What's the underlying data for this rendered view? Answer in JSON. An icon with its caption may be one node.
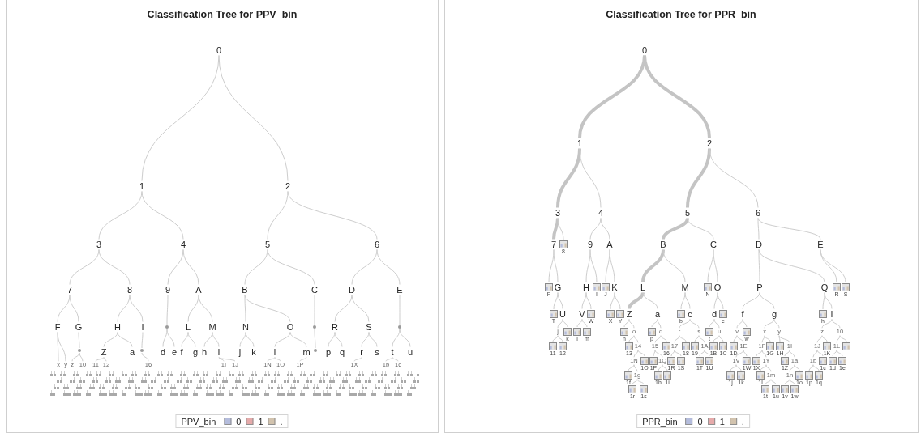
{
  "diagram": {
    "nodes": [
      {
        "text": [
          "0"
        ]
      },
      {
        "text": [
          "1"
        ]
      },
      {
        "text": [
          "2"
        ]
      },
      {
        "text": [
          "3"
        ]
      },
      {
        "text": [
          "4"
        ]
      },
      {
        "text": [
          "5"
        ]
      },
      {
        "text": [
          "6"
        ]
      },
      {
        "text": [
          "7"
        ]
      },
      {
        "text": [
          "8"
        ]
      },
      {
        "text": [
          "9"
        ]
      },
      {
        "text": [
          "A"
        ]
      },
      {
        "text": [
          "B"
        ]
      },
      {
        "text": [
          "C"
        ]
      },
      {
        "text": [
          "D"
        ]
      },
      {
        "text": [
          "E"
        ]
      },
      {
        "text": [
          "F"
        ]
      },
      {
        "text": [
          "G"
        ]
      },
      {
        "text": [
          "H"
        ]
      },
      {
        "text": [
          "I"
        ]
      },
      {
        "text": [],
        "shape": "circle"
      },
      {
        "text": [
          "L"
        ]
      },
      {
        "text": [
          "M"
        ]
      },
      {
        "text": [
          "N"
        ]
      },
      {
        "text": [
          "O"
        ]
      },
      {
        "text": [],
        "shape": "circle"
      },
      {
        "text": [
          "R"
        ]
      },
      {
        "text": [
          "S"
        ]
      },
      {
        "text": [],
        "shape": "circle"
      },
      {
        "text": [],
        "shape": "circle"
      },
      {
        "text": [
          "Z"
        ]
      },
      {
        "text": [
          "a"
        ]
      },
      {
        "text": [],
        "shape": "circle"
      },
      {
        "text": [
          "d"
        ]
      },
      {
        "text": [
          "e"
        ]
      },
      {
        "text": [
          "f"
        ]
      },
      {
        "text": [
          "g"
        ]
      },
      {
        "text": [
          "h"
        ]
      },
      {
        "text": [
          "i"
        ]
      },
      {
        "text": [
          "j"
        ]
      },
      {
        "text": [
          "k"
        ]
      },
      {
        "text": [
          "l"
        ]
      },
      {
        "text": [
          "m"
        ]
      },
      {
        "text": [],
        "shape": "circle"
      },
      {
        "text": [
          "p"
        ]
      },
      {
        "text": [
          "q"
        ]
      },
      {
        "text": [
          "r"
        ]
      },
      {
        "text": [
          "s"
        ]
      },
      {
        "text": [
          "t"
        ]
      },
      {
        "text": [
          "u"
        ]
      },
      {
        "text": [
          "x"
        ]
      },
      {
        "text": [
          "y"
        ]
      },
      {
        "text": [
          "z"
        ]
      },
      {
        "text": [
          "10"
        ]
      },
      {
        "text": [
          "11"
        ]
      },
      {
        "text": [
          "12"
        ]
      },
      {
        "text": [
          "16"
        ]
      },
      {
        "text": [
          "1I"
        ]
      },
      {
        "text": [
          "1J"
        ]
      },
      {
        "text": [
          "1N"
        ]
      },
      {
        "text": [
          "1O"
        ]
      },
      {
        "text": [
          "1P"
        ]
      },
      {
        "text": [
          "1X"
        ]
      },
      {
        "text": [
          "1b"
        ]
      },
      {
        "text": [
          "1c"
        ]
      },
      {
        "text": [
          "0"
        ]
      },
      {
        "text": [
          "1"
        ]
      },
      {
        "text": [
          "2"
        ]
      },
      {
        "text": [
          "3"
        ]
      },
      {
        "text": [
          "4"
        ]
      },
      {
        "text": [
          "5"
        ]
      },
      {
        "text": [
          "6"
        ]
      },
      {
        "text": [
          "7"
        ]
      },
      {
        "text": [],
        "shape": "box",
        "beside": [
          "8"
        ]
      },
      {
        "text": [
          "9"
        ]
      },
      {
        "text": [
          "A"
        ]
      },
      {
        "text": [
          "B"
        ]
      },
      {
        "text": [
          "C"
        ]
      },
      {
        "text": [
          "D"
        ]
      },
      {
        "text": [
          "E"
        ]
      },
      {
        "text": [],
        "shape": "box",
        "beside": [
          "F"
        ]
      },
      {
        "text": [
          "G"
        ]
      },
      {
        "text": [
          "H"
        ]
      },
      {
        "text": [],
        "shape": "box",
        "beside": [
          "I"
        ]
      },
      {
        "text": [],
        "shape": "box",
        "beside": [
          "J"
        ]
      },
      {
        "text": [
          "K"
        ]
      },
      {
        "text": [
          "L"
        ]
      },
      {
        "text": [
          "M"
        ]
      },
      {
        "text": [],
        "shape": "box",
        "beside": [
          "N"
        ]
      },
      {
        "text": [
          "O"
        ]
      },
      {
        "text": [
          "P"
        ]
      },
      {
        "text": [
          "Q"
        ]
      },
      {
        "text": [],
        "shape": "box",
        "beside": [
          "R"
        ]
      },
      {
        "text": [],
        "shape": "box",
        "beside": [
          "S"
        ]
      },
      {
        "text": [],
        "shape": "box",
        "beside": [
          "T"
        ]
      },
      {
        "text": [
          "U"
        ]
      },
      {
        "text": [
          "V"
        ]
      },
      {
        "text": [],
        "shape": "box",
        "beside": [
          "W"
        ]
      },
      {
        "text": [],
        "shape": "box",
        "beside": [
          "X"
        ]
      },
      {
        "text": [],
        "shape": "box",
        "beside": [
          "Y"
        ]
      },
      {
        "text": [
          "Z"
        ]
      },
      {
        "text": [
          "a"
        ]
      },
      {
        "text": [],
        "shape": "box",
        "beside": [
          "b"
        ]
      },
      {
        "text": [
          "c"
        ]
      },
      {
        "text": [
          "d"
        ]
      },
      {
        "text": [],
        "shape": "box",
        "beside": [
          "e"
        ]
      },
      {
        "text": [
          "f"
        ]
      },
      {
        "text": [
          "g"
        ]
      },
      {
        "text": [],
        "shape": "box",
        "beside": [
          "h"
        ]
      },
      {
        "text": [
          "i"
        ]
      },
      {
        "text": [
          "j"
        ]
      },
      {
        "text": [],
        "shape": "box",
        "beside": [
          "k"
        ]
      },
      {
        "text": [],
        "shape": "box",
        "beside": [
          "l"
        ]
      },
      {
        "text": [],
        "shape": "box",
        "beside": [
          "m"
        ]
      },
      {
        "text": [],
        "shape": "box",
        "beside": [
          "n"
        ]
      },
      {
        "text": [
          "o"
        ]
      },
      {
        "text": [],
        "shape": "box",
        "beside": [
          "p"
        ]
      },
      {
        "text": [
          "q"
        ]
      },
      {
        "text": [
          "r"
        ]
      },
      {
        "text": [
          "s"
        ]
      },
      {
        "text": [],
        "shape": "box",
        "beside": [
          "t"
        ]
      },
      {
        "text": [
          "u"
        ]
      },
      {
        "text": [
          "v"
        ]
      },
      {
        "text": [],
        "shape": "box",
        "beside": [
          "w"
        ]
      },
      {
        "text": [
          "x"
        ]
      },
      {
        "text": [
          "y"
        ]
      },
      {
        "text": [
          "z"
        ]
      },
      {
        "text": [
          "10"
        ]
      },
      {
        "text": [],
        "shape": "box",
        "beside": [
          "11"
        ]
      },
      {
        "text": [],
        "shape": "box",
        "beside": [
          "12"
        ]
      },
      {
        "text": [],
        "shape": "box",
        "beside": [
          "13"
        ]
      },
      {
        "text": [
          "14"
        ]
      },
      {
        "text": [
          "15"
        ]
      },
      {
        "text": [],
        "shape": "box",
        "beside": [
          "16"
        ]
      },
      {
        "text": [
          "17"
        ]
      },
      {
        "text": [],
        "shape": "box",
        "beside": [
          "18"
        ]
      },
      {
        "text": [],
        "shape": "box",
        "beside": [
          "19"
        ]
      },
      {
        "text": [
          "1A"
        ]
      },
      {
        "text": [],
        "shape": "box",
        "beside": [
          "1B"
        ]
      },
      {
        "text": [],
        "shape": "box",
        "beside": [
          "1C"
        ]
      },
      {
        "text": [],
        "shape": "box",
        "beside": [
          "1D"
        ]
      },
      {
        "text": [
          "1E"
        ]
      },
      {
        "text": [
          "1F"
        ]
      },
      {
        "text": [],
        "shape": "box",
        "beside": [
          "1G"
        ]
      },
      {
        "text": [],
        "shape": "box",
        "beside": [
          "1H"
        ]
      },
      {
        "text": [
          "1I"
        ]
      },
      {
        "text": [
          "1J"
        ]
      },
      {
        "text": [],
        "shape": "box",
        "beside": [
          "1K"
        ]
      },
      {
        "text": [
          "1L"
        ]
      },
      {
        "text": [],
        "shape": "box"
      },
      {
        "text": [
          "1N"
        ]
      },
      {
        "text": [],
        "shape": "box",
        "beside": [
          "1O"
        ]
      },
      {
        "text": [],
        "shape": "box",
        "beside": [
          "1P"
        ]
      },
      {
        "text": [
          "1Q"
        ]
      },
      {
        "text": [],
        "shape": "box",
        "beside": [
          "1R"
        ]
      },
      {
        "text": [],
        "shape": "box",
        "beside": [
          "1S"
        ]
      },
      {
        "text": [],
        "shape": "box",
        "beside": [
          "1T"
        ]
      },
      {
        "text": [],
        "shape": "box",
        "beside": [
          "1U"
        ]
      },
      {
        "text": [
          "1V"
        ]
      },
      {
        "text": [],
        "shape": "box",
        "beside": [
          "1W"
        ]
      },
      {
        "text": [],
        "shape": "box",
        "beside": [
          "1X"
        ]
      },
      {
        "text": [
          "1Y"
        ]
      },
      {
        "text": [],
        "shape": "box",
        "beside": [
          "1Z"
        ]
      },
      {
        "text": [
          "1a"
        ]
      },
      {
        "text": [
          "1b"
        ]
      },
      {
        "text": [],
        "shape": "box",
        "beside": [
          "1c"
        ]
      },
      {
        "text": [],
        "shape": "box",
        "beside": [
          "1d"
        ]
      },
      {
        "text": [],
        "shape": "box",
        "beside": [
          "1e"
        ]
      },
      {
        "text": [],
        "shape": "box",
        "beside": [
          "1f"
        ]
      },
      {
        "text": [
          "1g"
        ]
      },
      {
        "text": [],
        "shape": "box",
        "beside": [
          "1h"
        ]
      },
      {
        "text": [],
        "shape": "box",
        "beside": [
          "1i"
        ]
      },
      {
        "text": [],
        "shape": "box",
        "beside": [
          "1j"
        ]
      },
      {
        "text": [],
        "shape": "box",
        "beside": [
          "1k"
        ]
      },
      {
        "text": [],
        "shape": "box",
        "beside": [
          "1l"
        ]
      },
      {
        "text": [
          "1m"
        ]
      },
      {
        "text": [
          "1n"
        ]
      },
      {
        "text": [],
        "shape": "box",
        "beside": [
          "1o"
        ]
      },
      {
        "text": [],
        "shape": "box",
        "beside": [
          "1p"
        ]
      },
      {
        "text": [],
        "shape": "box",
        "beside": [
          "1q"
        ]
      },
      {
        "text": [],
        "shape": "box",
        "beside": [
          "1r"
        ]
      },
      {
        "text": [],
        "shape": "box",
        "beside": [
          "1s"
        ]
      },
      {
        "text": [],
        "shape": "box",
        "beside": [
          "1t"
        ]
      },
      {
        "text": [],
        "shape": "box",
        "beside": [
          "1u"
        ]
      },
      {
        "text": [],
        "shape": "box",
        "beside": [
          "1v"
        ]
      },
      {
        "text": [],
        "shape": "box",
        "beside": [
          "1w"
        ]
      }
    ],
    "edges": [
      {
        "from": 0,
        "to": 1,
        "arrow": "none"
      },
      {
        "from": 0,
        "to": 2,
        "arrow": "none"
      },
      {
        "from": 1,
        "to": 3,
        "arrow": "none"
      },
      {
        "from": 1,
        "to": 4,
        "arrow": "none"
      },
      {
        "from": 2,
        "to": 5,
        "arrow": "none"
      },
      {
        "from": 2,
        "to": 6,
        "arrow": "none"
      },
      {
        "from": 3,
        "to": 7,
        "arrow": "none"
      },
      {
        "from": 3,
        "to": 8,
        "arrow": "none"
      },
      {
        "from": 4,
        "to": 9,
        "arrow": "none"
      },
      {
        "from": 4,
        "to": 10,
        "arrow": "none"
      },
      {
        "from": 5,
        "to": 11,
        "arrow": "none"
      },
      {
        "from": 5,
        "to": 12,
        "arrow": "none"
      },
      {
        "from": 6,
        "to": 13,
        "arrow": "none"
      },
      {
        "from": 6,
        "to": 14,
        "arrow": "none"
      },
      {
        "from": 7,
        "to": 15,
        "arrow": "none"
      },
      {
        "from": 7,
        "to": 16,
        "arrow": "none"
      },
      {
        "from": 8,
        "to": 17,
        "arrow": "none"
      },
      {
        "from": 8,
        "to": 18,
        "arrow": "none"
      },
      {
        "from": 9,
        "to": 19,
        "arrow": "none"
      },
      {
        "from": 10,
        "to": 20,
        "arrow": "none"
      },
      {
        "from": 10,
        "to": 21,
        "arrow": "none"
      },
      {
        "from": 11,
        "to": 22,
        "arrow": "none"
      },
      {
        "from": 11,
        "to": 23,
        "arrow": "none"
      },
      {
        "from": 12,
        "to": 24,
        "arrow": "none"
      },
      {
        "from": 13,
        "to": 25,
        "arrow": "none"
      },
      {
        "from": 13,
        "to": 26,
        "arrow": "none"
      },
      {
        "from": 14,
        "to": 27,
        "arrow": "none"
      },
      {
        "from": 16,
        "to": 28,
        "arrow": "none"
      },
      {
        "from": 17,
        "to": 29,
        "arrow": "none"
      },
      {
        "from": 17,
        "to": 30,
        "arrow": "none"
      },
      {
        "from": 18,
        "to": 31,
        "arrow": "none"
      },
      {
        "from": 19,
        "to": 32,
        "arrow": "none"
      },
      {
        "from": 19,
        "to": 33,
        "arrow": "none"
      },
      {
        "from": 20,
        "to": 34,
        "arrow": "none"
      },
      {
        "from": 20,
        "to": 35,
        "arrow": "none"
      },
      {
        "from": 21,
        "to": 36,
        "arrow": "none"
      },
      {
        "from": 21,
        "to": 37,
        "arrow": "none"
      },
      {
        "from": 22,
        "to": 38,
        "arrow": "none"
      },
      {
        "from": 22,
        "to": 39,
        "arrow": "none"
      },
      {
        "from": 23,
        "to": 40,
        "arrow": "none"
      },
      {
        "from": 23,
        "to": 41,
        "arrow": "none"
      },
      {
        "from": 24,
        "to": 42,
        "arrow": "none"
      },
      {
        "from": 25,
        "to": 43,
        "arrow": "none"
      },
      {
        "from": 25,
        "to": 44,
        "arrow": "none"
      },
      {
        "from": 26,
        "to": 45,
        "arrow": "none"
      },
      {
        "from": 26,
        "to": 46,
        "arrow": "none"
      },
      {
        "from": 27,
        "to": 47,
        "arrow": "none"
      },
      {
        "from": 27,
        "to": 48,
        "arrow": "none"
      },
      {
        "from": 15,
        "to": 49,
        "arrow": "none"
      },
      {
        "from": 15,
        "to": 50,
        "arrow": "none"
      },
      {
        "from": 28,
        "to": 51,
        "arrow": "none"
      },
      {
        "from": 28,
        "to": 52,
        "arrow": "none"
      },
      {
        "from": 29,
        "to": 53,
        "arrow": "none"
      },
      {
        "from": 29,
        "to": 54,
        "arrow": "none"
      },
      {
        "from": 31,
        "to": 55,
        "arrow": "none"
      },
      {
        "from": 37,
        "to": 56,
        "arrow": "none"
      },
      {
        "from": 37,
        "to": 57,
        "arrow": "none"
      },
      {
        "from": 40,
        "to": 58,
        "arrow": "none"
      },
      {
        "from": 40,
        "to": 59,
        "arrow": "none"
      },
      {
        "from": 41,
        "to": 60,
        "arrow": "none"
      },
      {
        "from": 45,
        "to": 61,
        "arrow": "none"
      },
      {
        "from": 47,
        "to": 62,
        "arrow": "none"
      },
      {
        "from": 47,
        "to": 63,
        "arrow": "none"
      },
      {
        "from": 64,
        "to": 65,
        "arrow": "none",
        "style": "thick"
      },
      {
        "from": 64,
        "to": 66,
        "arrow": "none",
        "style": "thick"
      },
      {
        "from": 65,
        "to": 67,
        "arrow": "none",
        "style": "thick"
      },
      {
        "from": 65,
        "to": 68,
        "arrow": "none"
      },
      {
        "from": 66,
        "to": 69,
        "arrow": "none",
        "style": "thick"
      },
      {
        "from": 66,
        "to": 70,
        "arrow": "none"
      },
      {
        "from": 67,
        "to": 71,
        "arrow": "none",
        "style": "thick"
      },
      {
        "from": 67,
        "to": 72,
        "arrow": "none"
      },
      {
        "from": 68,
        "to": 73,
        "arrow": "none"
      },
      {
        "from": 68,
        "to": 74,
        "arrow": "none"
      },
      {
        "from": 69,
        "to": 75,
        "arrow": "none",
        "style": "thick"
      },
      {
        "from": 69,
        "to": 76,
        "arrow": "none"
      },
      {
        "from": 70,
        "to": 77,
        "arrow": "none"
      },
      {
        "from": 70,
        "to": 78,
        "arrow": "none"
      },
      {
        "from": 71,
        "to": 79,
        "arrow": "none"
      },
      {
        "from": 71,
        "to": 80,
        "arrow": "none"
      },
      {
        "from": 73,
        "to": 81,
        "arrow": "none"
      },
      {
        "from": 73,
        "to": 82,
        "arrow": "none"
      },
      {
        "from": 74,
        "to": 83,
        "arrow": "none"
      },
      {
        "from": 74,
        "to": 84,
        "arrow": "none"
      },
      {
        "from": 75,
        "to": 85,
        "arrow": "none",
        "style": "thick"
      },
      {
        "from": 75,
        "to": 86,
        "arrow": "none"
      },
      {
        "from": 76,
        "to": 87,
        "arrow": "none"
      },
      {
        "from": 76,
        "to": 88,
        "arrow": "none"
      },
      {
        "from": 77,
        "to": 89,
        "arrow": "none"
      },
      {
        "from": 77,
        "to": 90,
        "arrow": "none"
      },
      {
        "from": 78,
        "to": 91,
        "arrow": "none"
      },
      {
        "from": 78,
        "to": 92,
        "arrow": "none"
      },
      {
        "from": 80,
        "to": 93,
        "arrow": "none"
      },
      {
        "from": 80,
        "to": 94,
        "arrow": "none"
      },
      {
        "from": 81,
        "to": 95,
        "arrow": "none"
      },
      {
        "from": 81,
        "to": 96,
        "arrow": "none"
      },
      {
        "from": 84,
        "to": 97,
        "arrow": "none"
      },
      {
        "from": 84,
        "to": 98,
        "arrow": "none"
      },
      {
        "from": 85,
        "to": 99,
        "arrow": "none",
        "style": "thick"
      },
      {
        "from": 85,
        "to": 100,
        "arrow": "none"
      },
      {
        "from": 86,
        "to": 101,
        "arrow": "none"
      },
      {
        "from": 86,
        "to": 102,
        "arrow": "none"
      },
      {
        "from": 88,
        "to": 103,
        "arrow": "none"
      },
      {
        "from": 88,
        "to": 104,
        "arrow": "none"
      },
      {
        "from": 89,
        "to": 105,
        "arrow": "none"
      },
      {
        "from": 89,
        "to": 106,
        "arrow": "none"
      },
      {
        "from": 90,
        "to": 107,
        "arrow": "none"
      },
      {
        "from": 90,
        "to": 108,
        "arrow": "none"
      },
      {
        "from": 94,
        "to": 109,
        "arrow": "none"
      },
      {
        "from": 94,
        "to": 110,
        "arrow": "none"
      },
      {
        "from": 95,
        "to": 111,
        "arrow": "none"
      },
      {
        "from": 95,
        "to": 112,
        "arrow": "none"
      },
      {
        "from": 99,
        "to": 113,
        "arrow": "none"
      },
      {
        "from": 99,
        "to": 114,
        "arrow": "none"
      },
      {
        "from": 100,
        "to": 115,
        "arrow": "none"
      },
      {
        "from": 100,
        "to": 116,
        "arrow": "none"
      },
      {
        "from": 102,
        "to": 117,
        "arrow": "none"
      },
      {
        "from": 102,
        "to": 118,
        "arrow": "none"
      },
      {
        "from": 103,
        "to": 119,
        "arrow": "none"
      },
      {
        "from": 103,
        "to": 120,
        "arrow": "none"
      },
      {
        "from": 105,
        "to": 121,
        "arrow": "none"
      },
      {
        "from": 105,
        "to": 122,
        "arrow": "none"
      },
      {
        "from": 106,
        "to": 123,
        "arrow": "none"
      },
      {
        "from": 106,
        "to": 124,
        "arrow": "none"
      },
      {
        "from": 108,
        "to": 125,
        "arrow": "none"
      },
      {
        "from": 108,
        "to": 126,
        "arrow": "none"
      },
      {
        "from": 109,
        "to": 127,
        "arrow": "none"
      },
      {
        "from": 109,
        "to": 128,
        "arrow": "none"
      },
      {
        "from": 114,
        "to": 129,
        "arrow": "none"
      },
      {
        "from": 114,
        "to": 130,
        "arrow": "none"
      },
      {
        "from": 116,
        "to": 131,
        "arrow": "none"
      },
      {
        "from": 116,
        "to": 132,
        "arrow": "none"
      },
      {
        "from": 117,
        "to": 133,
        "arrow": "none"
      },
      {
        "from": 117,
        "to": 134,
        "arrow": "none"
      },
      {
        "from": 118,
        "to": 135,
        "arrow": "none"
      },
      {
        "from": 118,
        "to": 136,
        "arrow": "none"
      },
      {
        "from": 120,
        "to": 137,
        "arrow": "none"
      },
      {
        "from": 120,
        "to": 138,
        "arrow": "none"
      },
      {
        "from": 121,
        "to": 139,
        "arrow": "none"
      },
      {
        "from": 121,
        "to": 140,
        "arrow": "none"
      },
      {
        "from": 123,
        "to": 141,
        "arrow": "none"
      },
      {
        "from": 123,
        "to": 142,
        "arrow": "none"
      },
      {
        "from": 124,
        "to": 143,
        "arrow": "none"
      },
      {
        "from": 124,
        "to": 144,
        "arrow": "none"
      },
      {
        "from": 125,
        "to": 145,
        "arrow": "none"
      },
      {
        "from": 125,
        "to": 146,
        "arrow": "none"
      },
      {
        "from": 126,
        "to": 147,
        "arrow": "none"
      },
      {
        "from": 126,
        "to": 148,
        "arrow": "none"
      },
      {
        "from": 130,
        "to": 149,
        "arrow": "none"
      },
      {
        "from": 130,
        "to": 150,
        "arrow": "none"
      },
      {
        "from": 131,
        "to": 151,
        "arrow": "none"
      },
      {
        "from": 131,
        "to": 152,
        "arrow": "none"
      },
      {
        "from": 133,
        "to": 153,
        "arrow": "none"
      },
      {
        "from": 133,
        "to": 154,
        "arrow": "none"
      },
      {
        "from": 136,
        "to": 155,
        "arrow": "none"
      },
      {
        "from": 136,
        "to": 156,
        "arrow": "none"
      },
      {
        "from": 140,
        "to": 157,
        "arrow": "none"
      },
      {
        "from": 140,
        "to": 158,
        "arrow": "none"
      },
      {
        "from": 141,
        "to": 159,
        "arrow": "none"
      },
      {
        "from": 141,
        "to": 160,
        "arrow": "none"
      },
      {
        "from": 144,
        "to": 161,
        "arrow": "none"
      },
      {
        "from": 144,
        "to": 162,
        "arrow": "none"
      },
      {
        "from": 145,
        "to": 163,
        "arrow": "none"
      },
      {
        "from": 145,
        "to": 164,
        "arrow": "none"
      },
      {
        "from": 147,
        "to": 165,
        "arrow": "none"
      },
      {
        "from": 147,
        "to": 166,
        "arrow": "none"
      },
      {
        "from": 149,
        "to": 167,
        "arrow": "none"
      },
      {
        "from": 149,
        "to": 168,
        "arrow": "none"
      },
      {
        "from": 152,
        "to": 169,
        "arrow": "none"
      },
      {
        "from": 152,
        "to": 170,
        "arrow": "none"
      },
      {
        "from": 157,
        "to": 171,
        "arrow": "none"
      },
      {
        "from": 157,
        "to": 172,
        "arrow": "none"
      },
      {
        "from": 160,
        "to": 173,
        "arrow": "none"
      },
      {
        "from": 160,
        "to": 174,
        "arrow": "none"
      },
      {
        "from": 162,
        "to": 175,
        "arrow": "none"
      },
      {
        "from": 162,
        "to": 176,
        "arrow": "none"
      },
      {
        "from": 163,
        "to": 177,
        "arrow": "none"
      },
      {
        "from": 163,
        "to": 178,
        "arrow": "none"
      },
      {
        "from": 168,
        "to": 179,
        "arrow": "none"
      },
      {
        "from": 168,
        "to": 180,
        "arrow": "none"
      },
      {
        "from": 174,
        "to": 181,
        "arrow": "none"
      },
      {
        "from": 174,
        "to": 182,
        "arrow": "none"
      },
      {
        "from": 175,
        "to": 183,
        "arrow": "none"
      },
      {
        "from": 175,
        "to": 184,
        "arrow": "none"
      }
    ],
    "labels": [
      "Classification Tree for PPV_bin",
      "Classification Tree for PPR_bin",
      "PPV_bin",
      "PPR_bin"
    ],
    "legend": [
      {
        "text": "0",
        "color": "#b4bcdc"
      },
      {
        "text": "1",
        "color": "#e6aaaa"
      },
      {
        "text": ".",
        "color": "#d2c3ae"
      },
      {
        "text": "0",
        "color": "#b4bcdc"
      },
      {
        "text": "1",
        "color": "#e6aaaa"
      },
      {
        "text": ".",
        "color": "#d2c3ae"
      }
    ]
  }
}
